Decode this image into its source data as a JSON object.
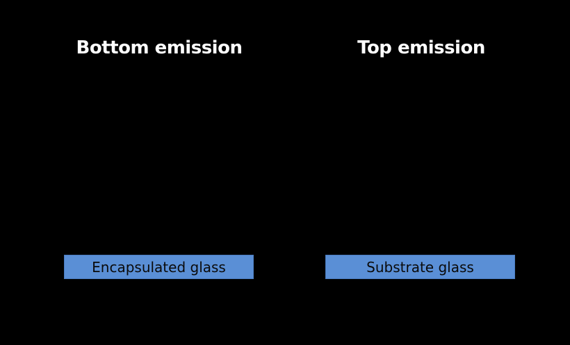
{
  "panels": [
    {
      "title": "Bottom emission",
      "layer_label": "Encapsulated glass"
    },
    {
      "title": "Top emission",
      "layer_label": "Substrate glass"
    }
  ],
  "colors": {
    "background": "#000000",
    "title_text": "#ffffff",
    "layer_fill": "#5a8fd6",
    "layer_text": "#0a0a0a"
  }
}
